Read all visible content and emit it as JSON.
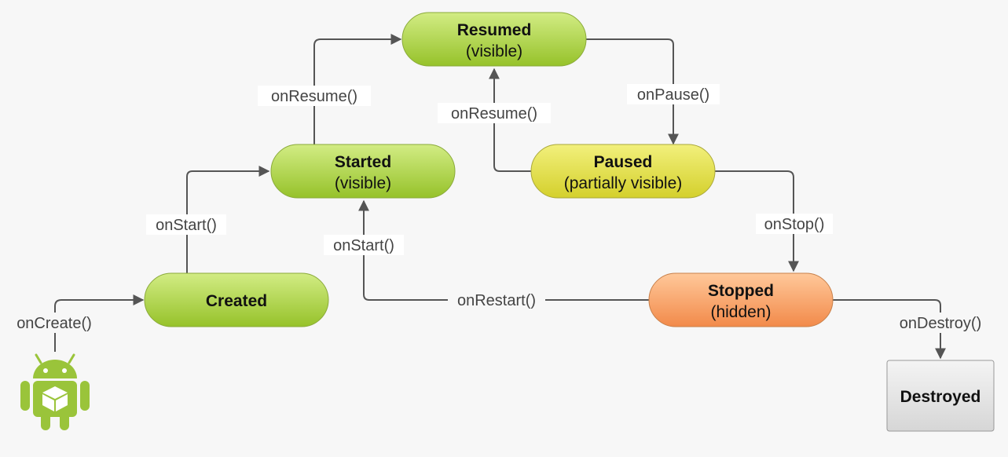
{
  "states": {
    "resumed": {
      "name": "Resumed",
      "sub": "(visible)"
    },
    "started": {
      "name": "Started",
      "sub": "(visible)"
    },
    "paused": {
      "name": "Paused",
      "sub": "(partially visible)"
    },
    "created": {
      "name": "Created"
    },
    "stopped": {
      "name": "Stopped",
      "sub": "(hidden)"
    },
    "destroyed": {
      "name": "Destroyed"
    }
  },
  "callbacks": {
    "on_create": "onCreate()",
    "on_start_left": "onStart()",
    "on_resume_left": "onResume()",
    "on_pause": "onPause()",
    "on_resume_right": "onResume()",
    "on_start_right": "onStart()",
    "on_stop": "onStop()",
    "on_restart": "onRestart()",
    "on_destroy": "onDestroy()"
  },
  "colors": {
    "green": "#a6d43a",
    "yellow": "#e2e04a",
    "orange": "#f7a064",
    "gray": "#e0e0e0",
    "android_green": "#9ac43a"
  },
  "icons": [
    "android-robot-icon"
  ]
}
